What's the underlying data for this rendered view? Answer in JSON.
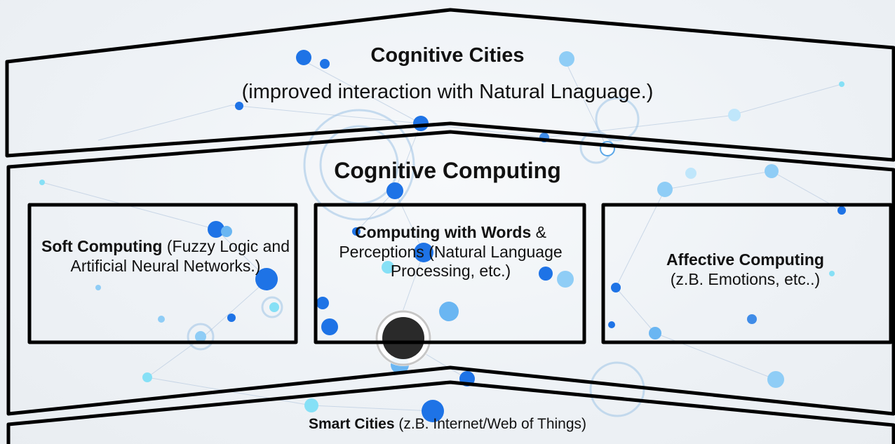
{
  "layers": {
    "top": {
      "title": "Cognitive Cities",
      "subtitle": "(improved interaction with Natural Lnaguage.)"
    },
    "middle": {
      "title": "Cognitive Computing",
      "boxes": [
        {
          "title": "Soft Computing",
          "text": " (Fuzzy Logic and Artificial Neural Networks.)"
        },
        {
          "title": "Computing with Words",
          "text": " & Perceptions (Natural Language Processing, etc.)"
        },
        {
          "title": "Affective Computing",
          "text": "(z.B. Emotions, etc..)"
        }
      ]
    },
    "bottom": {
      "title": "Smart Cities",
      "text": " (z.B. Internet/Web of Things)"
    }
  },
  "colors": {
    "outline": "#000000",
    "node_blue": "#1e73e6",
    "node_light": "#7cc8f5",
    "node_dark": "#2a2a2a"
  }
}
